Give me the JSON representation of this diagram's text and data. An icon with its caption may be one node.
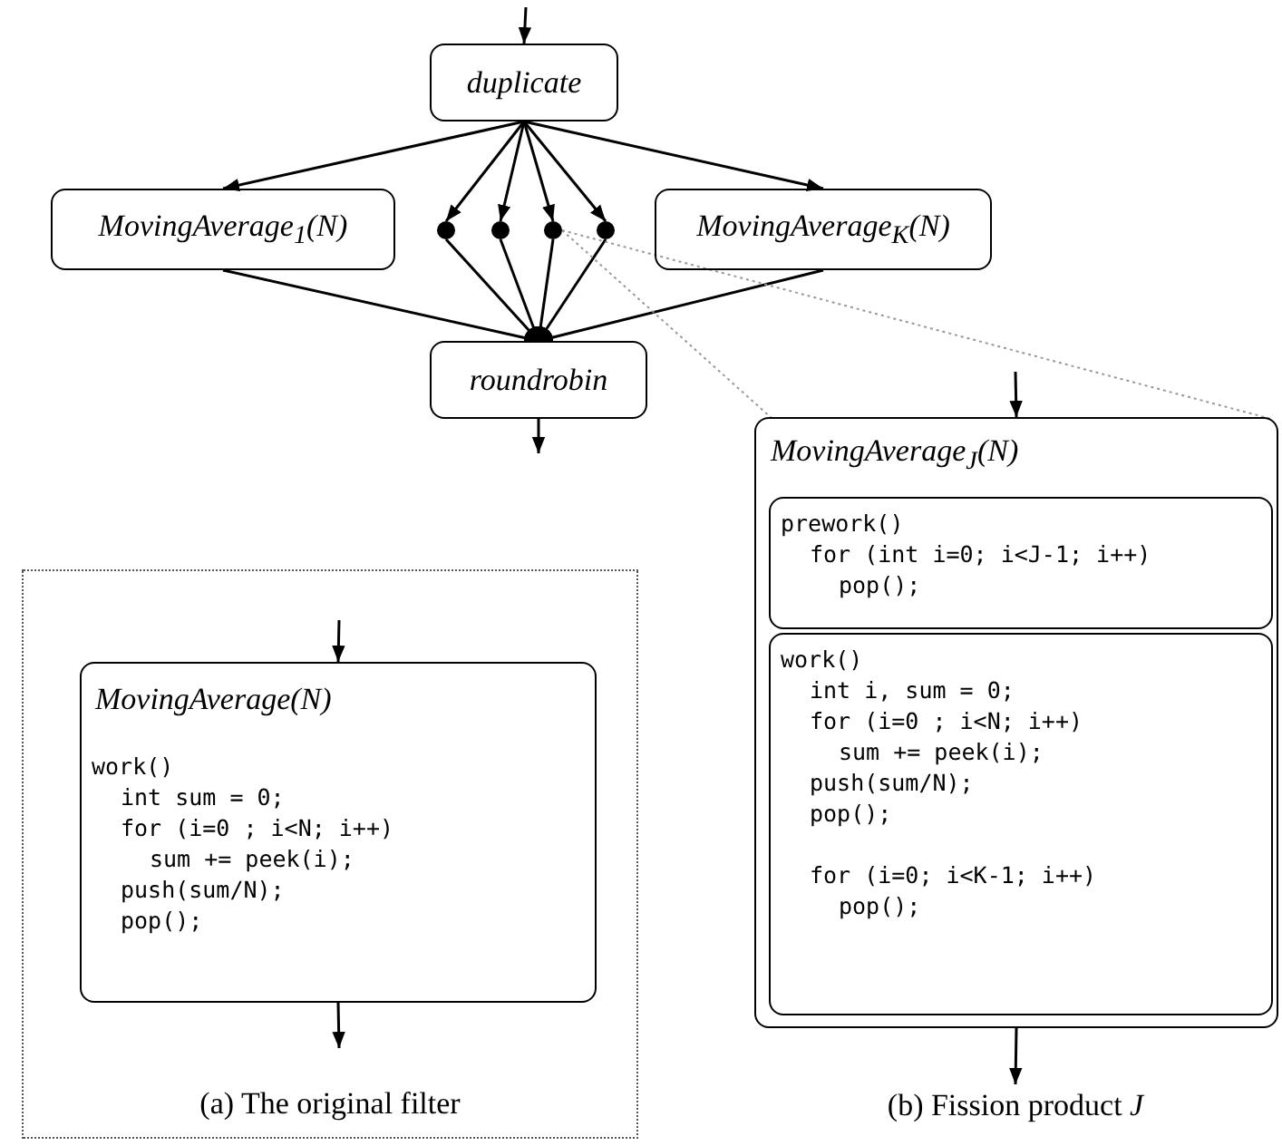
{
  "diagram": {
    "nodes": [
      {
        "text": [
          "duplicate"
        ]
      },
      {
        "text": [
          "MovingAverage$_{1}$(N)"
        ]
      },
      {
        "text": [],
        "shape": "circle"
      },
      {
        "text": [],
        "shape": "circle"
      },
      {
        "text": [],
        "shape": "circle"
      },
      {
        "text": [],
        "shape": "circle"
      },
      {
        "text": [
          "MovingAverage$_{K}$(N)"
        ]
      },
      {
        "text": [
          "roundrobin"
        ]
      },
      {
        "text": [
          "(a) The original filter"
        ]
      },
      {
        "text": [
          "MovingAverage(N)",
          "work()",
          "int sum = 0;",
          "for (i=0 ; i<N; i++)",
          "sum += peek(i);",
          "push(sum/N);",
          "pop();"
        ],
        "in": 8
      },
      {
        "text": [
          "MovingAverage$_{J}$(N)"
        ]
      },
      {
        "text": [
          "prework()",
          "for (int i=0; i<J-1; i++)",
          "pop();"
        ],
        "in": 10
      },
      {
        "text": [
          "work()",
          "int i, sum = 0;",
          "for (i=0 ; i<N; i++)",
          "sum += peek(i);",
          "push(sum/N);",
          "pop();",
          "for (i=0; i<K-1; i++)",
          "pop();"
        ],
        "in": 10
      },
      {
        "text": [
          "(b) Fission product *J*"
        ]
      }
    ],
    "edges": [
      {
        "from": null,
        "to": 0,
        "arrow": "to"
      },
      {
        "from": 0,
        "to": 1,
        "arrow": "to"
      },
      {
        "from": 0,
        "to": 2,
        "arrow": "to"
      },
      {
        "from": 0,
        "to": 3,
        "arrow": "to"
      },
      {
        "from": 0,
        "to": 4,
        "arrow": "to"
      },
      {
        "from": 0,
        "to": 5,
        "arrow": "to"
      },
      {
        "from": 0,
        "to": 6,
        "arrow": "to"
      },
      {
        "from": 1,
        "to": 7,
        "arrow": "other"
      },
      {
        "from": 2,
        "to": 7,
        "arrow": "other"
      },
      {
        "from": 3,
        "to": 7,
        "arrow": "other"
      },
      {
        "from": 4,
        "to": 7,
        "arrow": "other"
      },
      {
        "from": 5,
        "to": 7,
        "arrow": "other"
      },
      {
        "from": 6,
        "to": 7,
        "arrow": "other"
      },
      {
        "from": 7,
        "to": null,
        "arrow": "to"
      },
      {
        "from": 4,
        "to": 10,
        "arrow": "none",
        "style": "dashed",
        "color": "#999999"
      },
      {
        "from": 4,
        "to": 10,
        "arrow": "none",
        "style": "dashed",
        "color": "#999999"
      },
      {
        "from": null,
        "to": 9,
        "arrow": "to"
      },
      {
        "from": 9,
        "to": null,
        "arrow": "to"
      },
      {
        "from": null,
        "to": 10,
        "arrow": "to"
      },
      {
        "from": 10,
        "to": 13,
        "arrow": "to"
      }
    ]
  }
}
